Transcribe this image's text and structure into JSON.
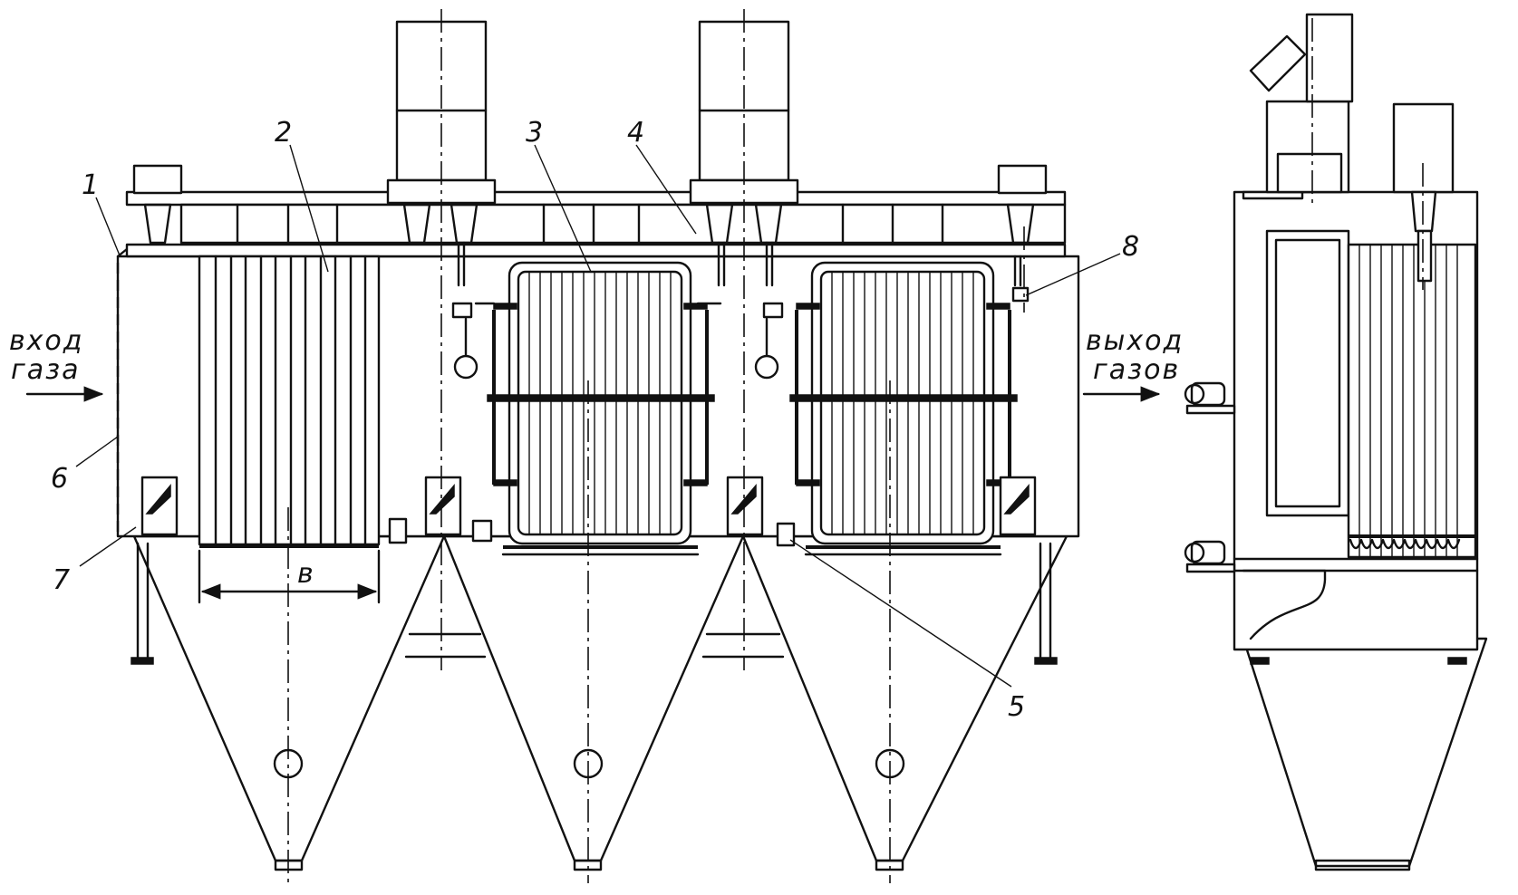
{
  "diagram": {
    "callouts": [
      {
        "id": "1",
        "text": "1"
      },
      {
        "id": "2",
        "text": "2"
      },
      {
        "id": "3",
        "text": "3"
      },
      {
        "id": "4",
        "text": "4"
      },
      {
        "id": "5",
        "text": "5"
      },
      {
        "id": "6",
        "text": "6"
      },
      {
        "id": "7",
        "text": "7"
      },
      {
        "id": "8",
        "text": "8"
      }
    ],
    "dimension": {
      "text": "в"
    },
    "gas_inlet": {
      "line1": "вход",
      "line2": "газа"
    },
    "gas_outlet": {
      "line1": "выход",
      "line2": "газов"
    }
  }
}
